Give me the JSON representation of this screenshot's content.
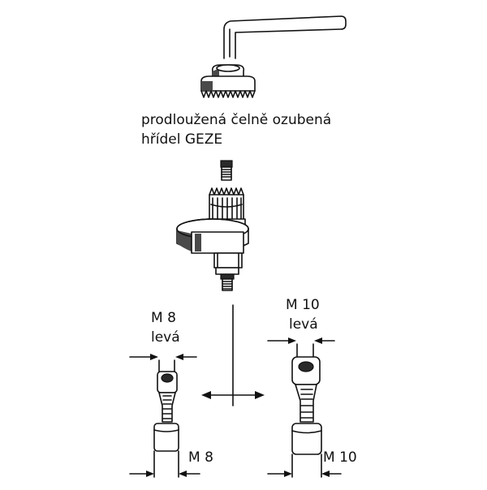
{
  "caption": {
    "line1": "prodloužená čelně ozubená",
    "line2": "hřídel GEZE"
  },
  "left_bolt": {
    "top_label_1": "M 8",
    "top_label_2": "levá",
    "bottom_label": "M 8"
  },
  "right_bolt": {
    "top_label_1": "M 10",
    "top_label_2": "levá",
    "bottom_label": "M 10"
  },
  "colors": {
    "ink": "#111111",
    "background": "#ffffff",
    "shade": "#4a4a4a"
  }
}
